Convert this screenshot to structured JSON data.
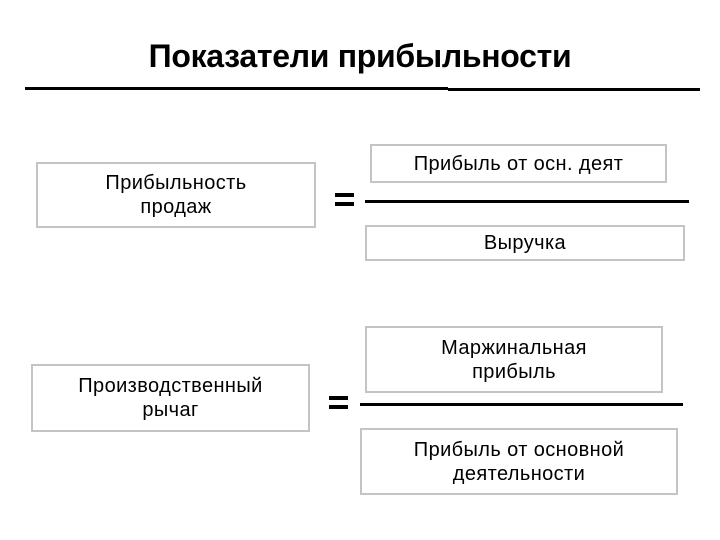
{
  "slide": {
    "title": "Показатели прибыльности"
  },
  "formulas": [
    {
      "name": "Прибыльность продаж",
      "lhs_lines": [
        "Прибыльность",
        "продаж"
      ],
      "operator": "=",
      "numerator_lines": [
        "Прибыль от осн. деят"
      ],
      "denominator_lines": [
        "Выручка"
      ]
    },
    {
      "name": "Производственный рычаг",
      "lhs_lines": [
        "Производственный",
        "рычаг"
      ],
      "operator": "=",
      "numerator_lines": [
        "Маржинальная",
        "прибыль"
      ],
      "denominator_lines": [
        "Прибыль от основной",
        "деятельности"
      ]
    }
  ],
  "colors": {
    "box_border": "#c4c4c4",
    "text": "#000000",
    "background": "#ffffff",
    "rule": "#000000"
  }
}
